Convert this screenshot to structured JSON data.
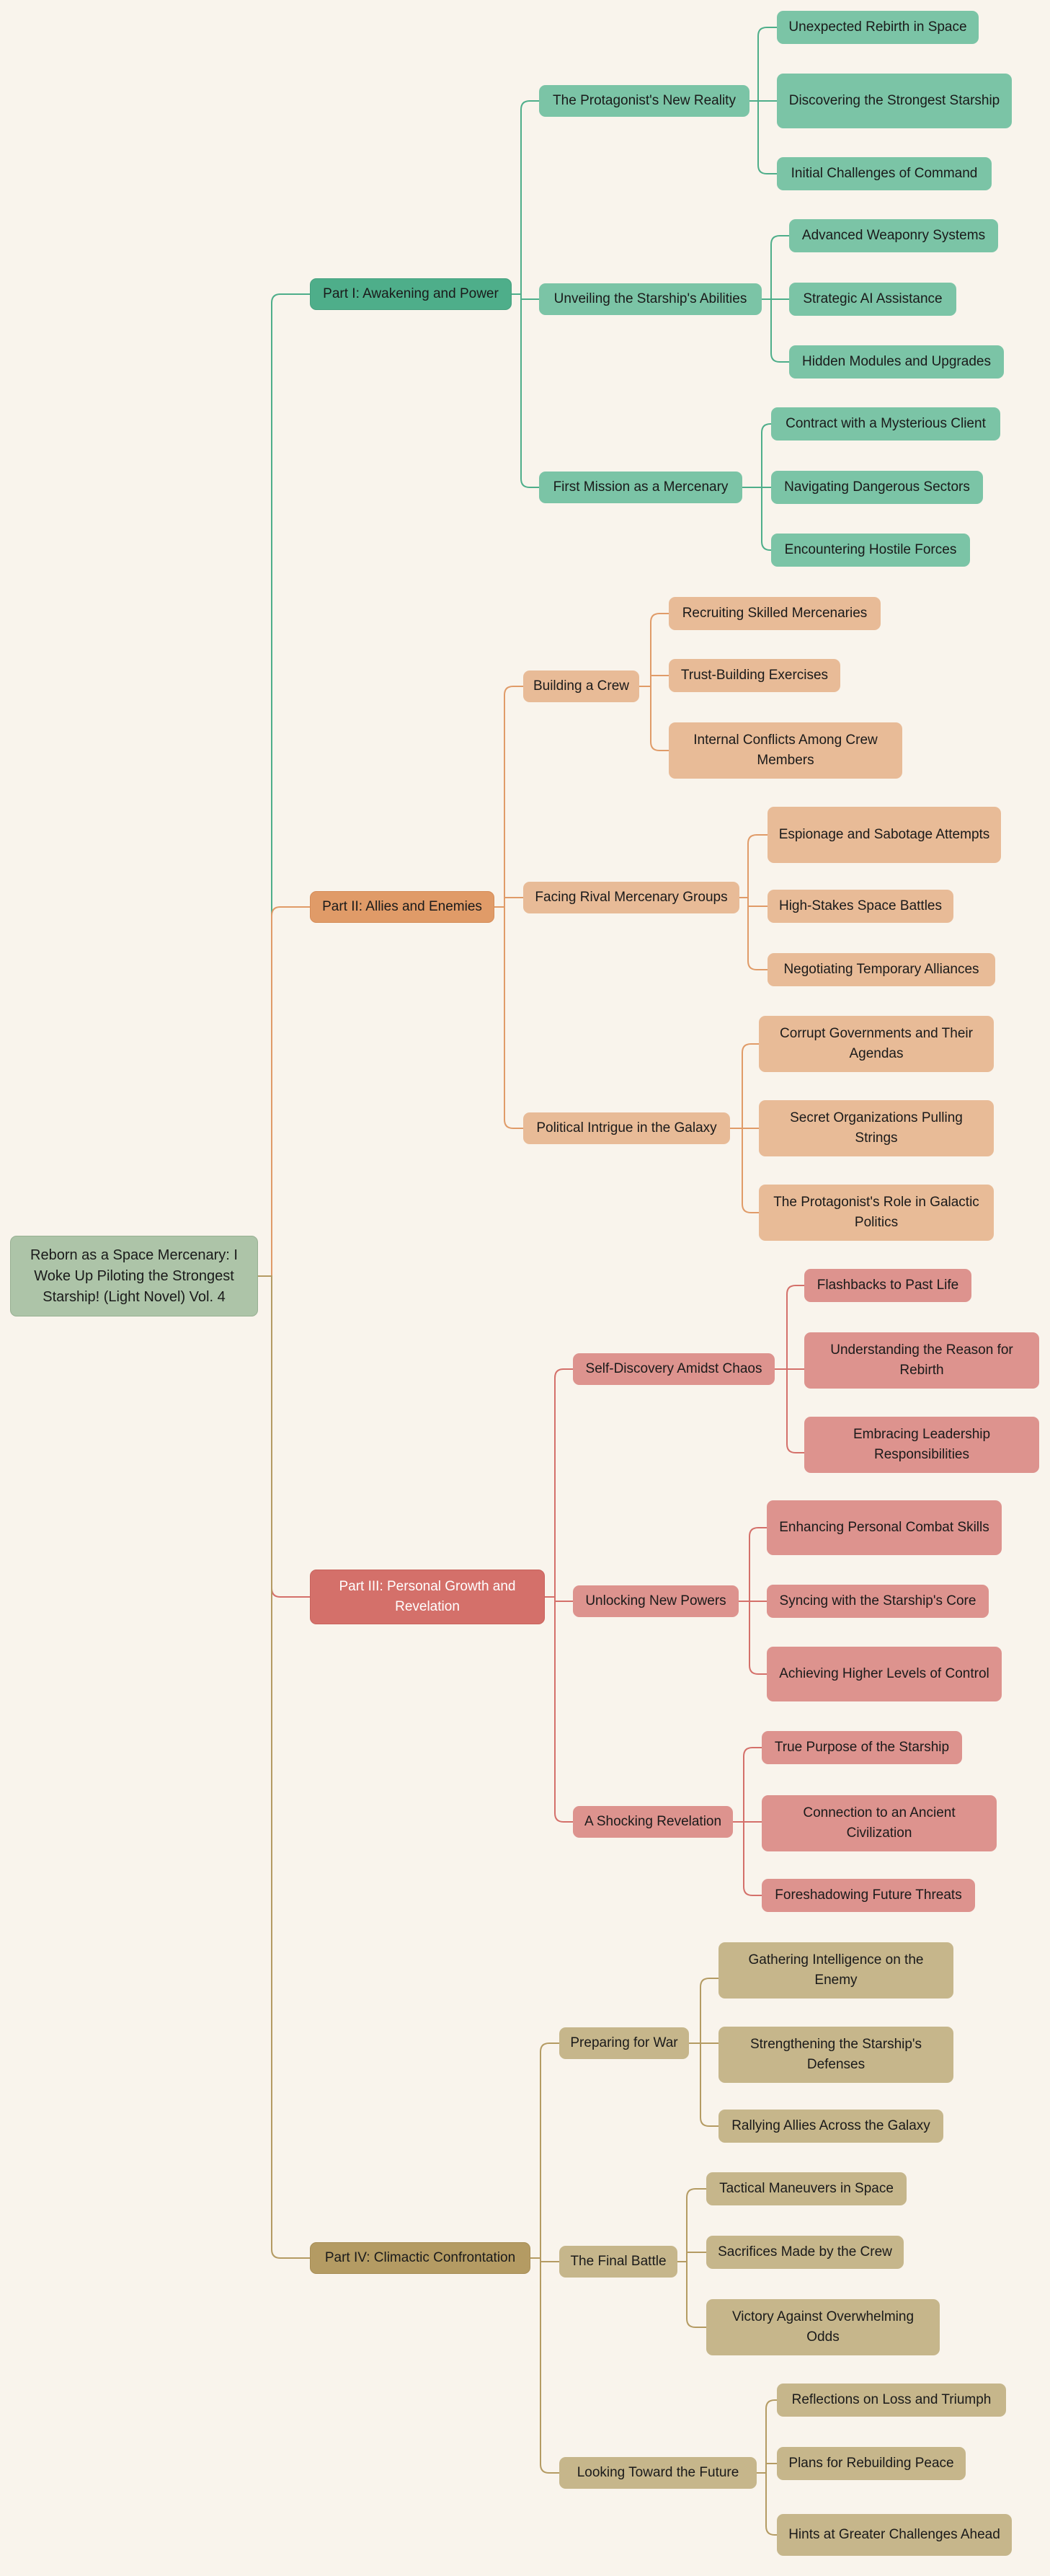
{
  "root": {
    "label": "Reborn as a Space Mercenary: I Woke Up Piloting the Strongest Starship! (Light Novel) Vol. 4"
  },
  "parts": [
    {
      "label": "Part I: Awakening and Power",
      "chapters": [
        {
          "label": "The Protagonist's New Reality",
          "items": [
            "Unexpected Rebirth in Space",
            "Discovering the Strongest Starship",
            "Initial Challenges of Command"
          ]
        },
        {
          "label": "Unveiling the Starship's Abilities",
          "items": [
            "Advanced Weaponry Systems",
            "Strategic AI Assistance",
            "Hidden Modules and Upgrades"
          ]
        },
        {
          "label": "First Mission as a Mercenary",
          "items": [
            "Contract with a Mysterious Client",
            "Navigating Dangerous Sectors",
            "Encountering Hostile Forces"
          ]
        }
      ]
    },
    {
      "label": "Part II: Allies and Enemies",
      "chapters": [
        {
          "label": "Building a Crew",
          "items": [
            "Recruiting Skilled Mercenaries",
            "Trust-Building Exercises",
            "Internal Conflicts Among Crew Members"
          ]
        },
        {
          "label": "Facing Rival Mercenary Groups",
          "items": [
            "Espionage and Sabotage Attempts",
            "High-Stakes Space Battles",
            "Negotiating Temporary Alliances"
          ]
        },
        {
          "label": "Political Intrigue in the Galaxy",
          "items": [
            "Corrupt Governments and Their Agendas",
            "Secret Organizations Pulling Strings",
            "The Protagonist's Role in Galactic Politics"
          ]
        }
      ]
    },
    {
      "label": "Part III: Personal Growth and Revelation",
      "chapters": [
        {
          "label": "Self-Discovery Amidst Chaos",
          "items": [
            "Flashbacks to Past Life",
            "Understanding the Reason for Rebirth",
            "Embracing Leadership Responsibilities"
          ]
        },
        {
          "label": "Unlocking New Powers",
          "items": [
            "Enhancing Personal Combat Skills",
            "Syncing with the Starship's Core",
            "Achieving Higher Levels of Control"
          ]
        },
        {
          "label": "A Shocking Revelation",
          "items": [
            "True Purpose of the Starship",
            "Connection to an Ancient Civilization",
            "Foreshadowing Future Threats"
          ]
        }
      ]
    },
    {
      "label": "Part IV: Climactic Confrontation",
      "chapters": [
        {
          "label": "Preparing for War",
          "items": [
            "Gathering Intelligence on the Enemy",
            "Strengthening the Starship's Defenses",
            "Rallying Allies Across the Galaxy"
          ]
        },
        {
          "label": "The Final Battle",
          "items": [
            "Tactical Maneuvers in Space",
            "Sacrifices Made by the Crew",
            "Victory Against Overwhelming Odds"
          ]
        },
        {
          "label": "Looking Toward the Future",
          "items": [
            "Reflections on Loss and Triumph",
            "Plans for Rebuilding Peace",
            "Hints at Greater Challenges Ahead"
          ]
        }
      ]
    }
  ],
  "colors": {
    "background": "#f9f4ec",
    "root": "#adc4a8",
    "part1": "#4eae8a",
    "part1_light": "#7bc4a6",
    "part2": "#e09b68",
    "part2_light": "#e8bb97",
    "part3": "#d4706a",
    "part3_light": "#dd938e",
    "part4": "#b49b63",
    "part4_light": "#c6b68b"
  }
}
